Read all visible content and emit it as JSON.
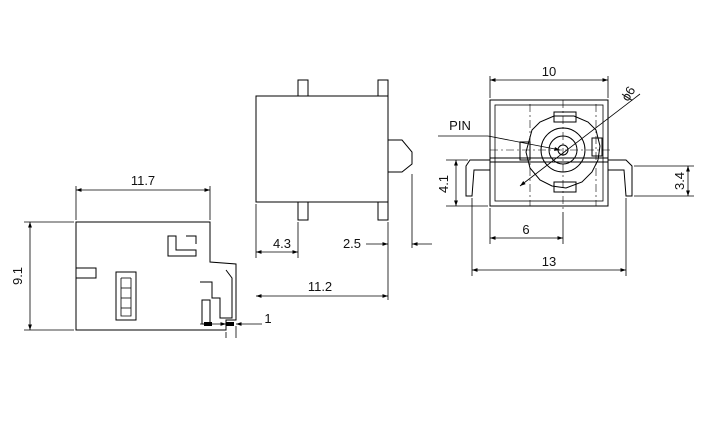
{
  "front_view": {
    "width_label": "11.7",
    "height_label": "9.1",
    "pin_label": "1"
  },
  "side_view": {
    "offset_label": "4.3",
    "tab_label": "2.5",
    "length_label": "11.2"
  },
  "end_view": {
    "top_width_label": "10",
    "diameter_label": "ϕ6",
    "pin_callout": "PIN",
    "left_height_label": "4.1",
    "right_height_label": "3.4",
    "inner_width_label": "6",
    "overall_width_label": "13"
  }
}
